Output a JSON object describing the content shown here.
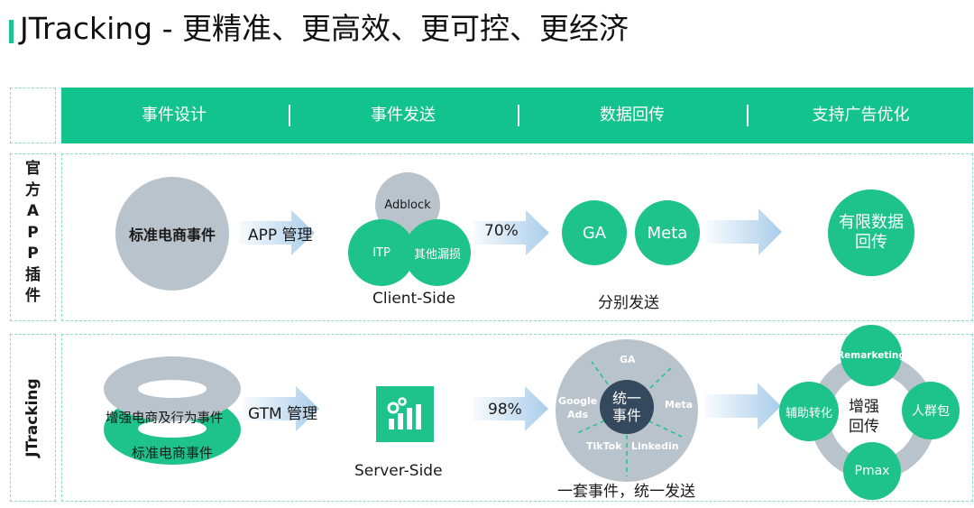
{
  "title": "JTracking - 更精准、更高效、更可控、更经济",
  "header": {
    "cols": [
      "事件设计",
      "事件发送",
      "数据回传",
      "支持广告优化"
    ]
  },
  "row1": {
    "label": [
      "官",
      "方",
      "A",
      "P",
      "P",
      "插",
      "件"
    ],
    "event_circle": "标准电商事件",
    "arrow1_label": "APP 管理",
    "blockers": {
      "top": "Adblock",
      "left": "ITP",
      "right": "其他漏损"
    },
    "client_side": "Client-Side",
    "arrow2_label": "70%",
    "ga": "GA",
    "meta": "Meta",
    "separate_send": "分别发送",
    "limited": "有限数据\n回传"
  },
  "row2": {
    "label": "JTracking",
    "ring_top": "增强电商及行为事件",
    "ring_bottom": "标准电商事件",
    "arrow1_label": "GTM 管理",
    "server_side": "Server-Side",
    "arrow2_label": "98%",
    "unified_center": [
      "统一",
      "事件"
    ],
    "platforms": {
      "top": "GA",
      "left1": "Google",
      "left2": "Ads",
      "right": "Meta",
      "bottom_left": "TikTok",
      "bottom_right": "Linkedin"
    },
    "one_set": "一套事件，统一发送",
    "cycle_center": [
      "增强",
      "回传"
    ],
    "cycle": {
      "top": "Remarketing",
      "left": "辅助转化",
      "right": "人群包",
      "bottom": "Pmax"
    }
  },
  "colors": {
    "green": "#1ec28b",
    "header": "#13c38d",
    "gray": "#b9c3cb",
    "arrow": "#a9cdea",
    "dash": "#8fd9bd"
  }
}
